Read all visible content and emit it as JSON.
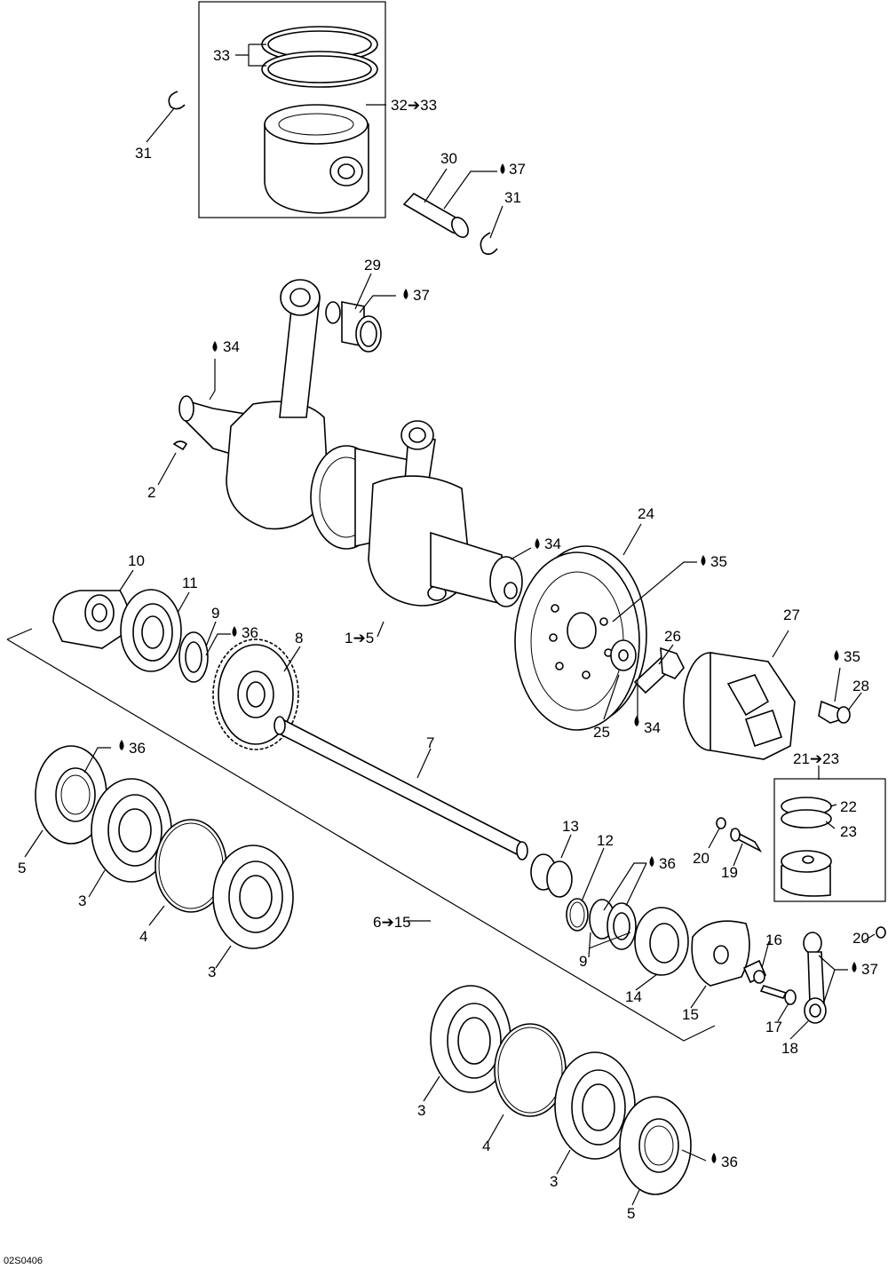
{
  "labels": [
    {
      "id": "c31a",
      "text": "31"
    },
    {
      "id": "c33",
      "text": "33"
    },
    {
      "id": "c32_33",
      "text": "32➔33"
    },
    {
      "id": "c30",
      "text": "30"
    },
    {
      "id": "c37a",
      "text": "37"
    },
    {
      "id": "c31b",
      "text": "31"
    },
    {
      "id": "c29",
      "text": "29"
    },
    {
      "id": "c37b",
      "text": "37"
    },
    {
      "id": "c34a",
      "text": "34"
    },
    {
      "id": "c2",
      "text": "2"
    },
    {
      "id": "c24",
      "text": "24"
    },
    {
      "id": "c34b",
      "text": "34"
    },
    {
      "id": "c35a",
      "text": "35"
    },
    {
      "id": "c10",
      "text": "10"
    },
    {
      "id": "c11",
      "text": "11"
    },
    {
      "id": "c9a",
      "text": "9"
    },
    {
      "id": "c36a",
      "text": "36"
    },
    {
      "id": "c8",
      "text": "8"
    },
    {
      "id": "c1_5",
      "text": "1➔5"
    },
    {
      "id": "c26",
      "text": "26"
    },
    {
      "id": "c27",
      "text": "27"
    },
    {
      "id": "c35b",
      "text": "35"
    },
    {
      "id": "c28",
      "text": "28"
    },
    {
      "id": "c25",
      "text": "25"
    },
    {
      "id": "c34c",
      "text": "34"
    },
    {
      "id": "c7",
      "text": "7"
    },
    {
      "id": "c36b",
      "text": "36"
    },
    {
      "id": "c21_23",
      "text": "21➔23"
    },
    {
      "id": "c22",
      "text": "22"
    },
    {
      "id": "c23",
      "text": "23"
    },
    {
      "id": "c5a",
      "text": "5"
    },
    {
      "id": "c13",
      "text": "13"
    },
    {
      "id": "c12",
      "text": "12"
    },
    {
      "id": "c36c",
      "text": "36"
    },
    {
      "id": "c20a",
      "text": "20"
    },
    {
      "id": "c19",
      "text": "19"
    },
    {
      "id": "c3a",
      "text": "3"
    },
    {
      "id": "c4a",
      "text": "4"
    },
    {
      "id": "c3b",
      "text": "3"
    },
    {
      "id": "c6_15",
      "text": "6➔15"
    },
    {
      "id": "c9b",
      "text": "9"
    },
    {
      "id": "c20b",
      "text": "20"
    },
    {
      "id": "c16",
      "text": "16"
    },
    {
      "id": "c37c",
      "text": "37"
    },
    {
      "id": "c14",
      "text": "14"
    },
    {
      "id": "c15",
      "text": "15"
    },
    {
      "id": "c17",
      "text": "17"
    },
    {
      "id": "c18",
      "text": "18"
    },
    {
      "id": "c3c",
      "text": "3"
    },
    {
      "id": "c4b",
      "text": "4"
    },
    {
      "id": "c3d",
      "text": "3"
    },
    {
      "id": "c36d",
      "text": "36"
    },
    {
      "id": "c5b",
      "text": "5"
    }
  ],
  "figure_code": "02S0406"
}
